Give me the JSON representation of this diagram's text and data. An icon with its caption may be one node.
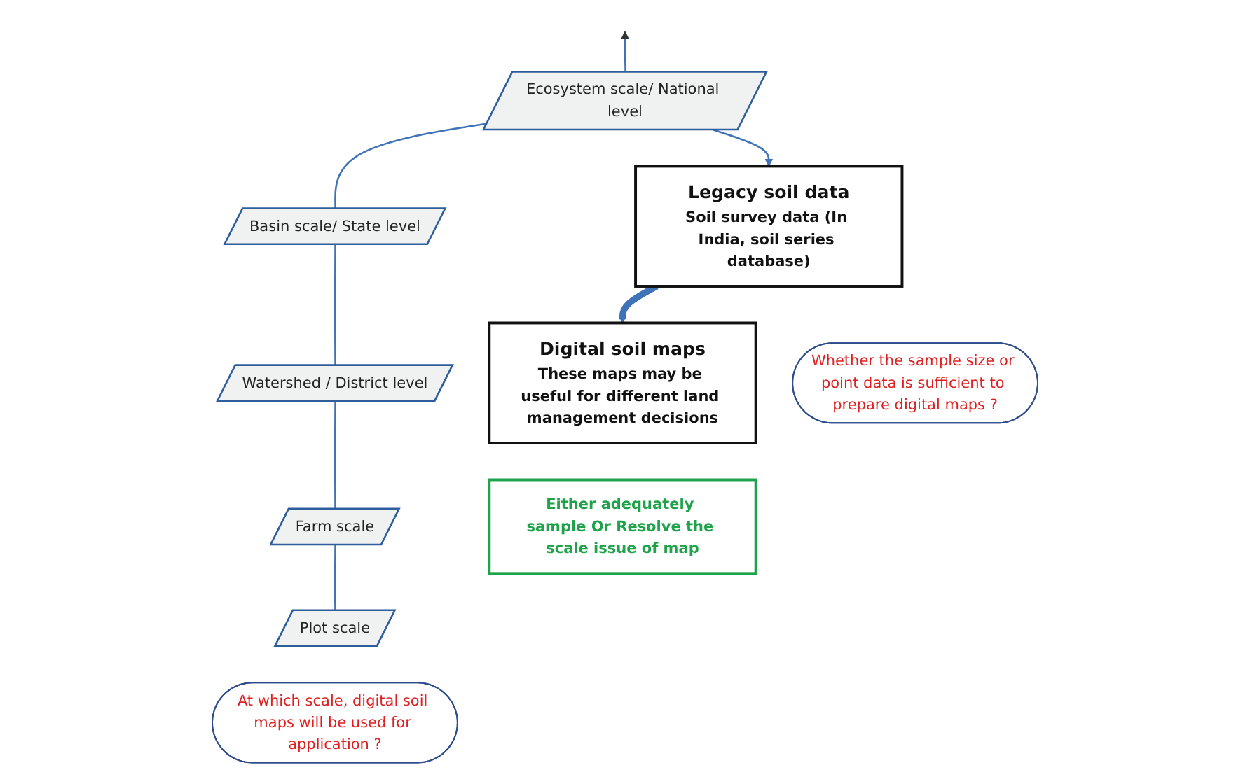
{
  "diagram": {
    "nodes": [
      {
        "text": [
          "Ecosystem scale/ National level"
        ]
      },
      {
        "text": [
          "Legacy soil data",
          "Soil survey data (In India, soil series database)"
        ]
      },
      {
        "text": [
          "Basin scale/ State level"
        ]
      },
      {
        "text": [
          "Whether the sample size or point data is sufficient to prepare digital maps ?"
        ]
      },
      {
        "text": [
          "Watershed / District level"
        ]
      },
      {
        "text": [
          "Farm scale"
        ]
      },
      {
        "text": [
          "Plot scale"
        ]
      },
      {
        "text": [
          "Digital soil maps",
          "These maps may be useful for different land management decisions"
        ]
      },
      {
        "text": [
          "Either adequately sample Or Resolve the scale issue of map"
        ]
      },
      {
        "text": [
          "At which scale, digital soil maps will be used for application ?"
        ]
      }
    ],
    "edges": [
      {
        "from": 6,
        "to": 5,
        "arrow": "none"
      },
      {
        "from": 5,
        "to": 4,
        "arrow": "none"
      },
      {
        "from": 4,
        "to": 2,
        "arrow": "none"
      },
      {
        "from": 2,
        "to": 0,
        "arrow": "none"
      },
      {
        "from": 0,
        "to": null,
        "arrow": "to"
      },
      {
        "from": 0,
        "to": 1,
        "arrow": "to"
      },
      {
        "from": 1,
        "to": 7,
        "arrow": "to",
        "style": "thick"
      }
    ]
  }
}
